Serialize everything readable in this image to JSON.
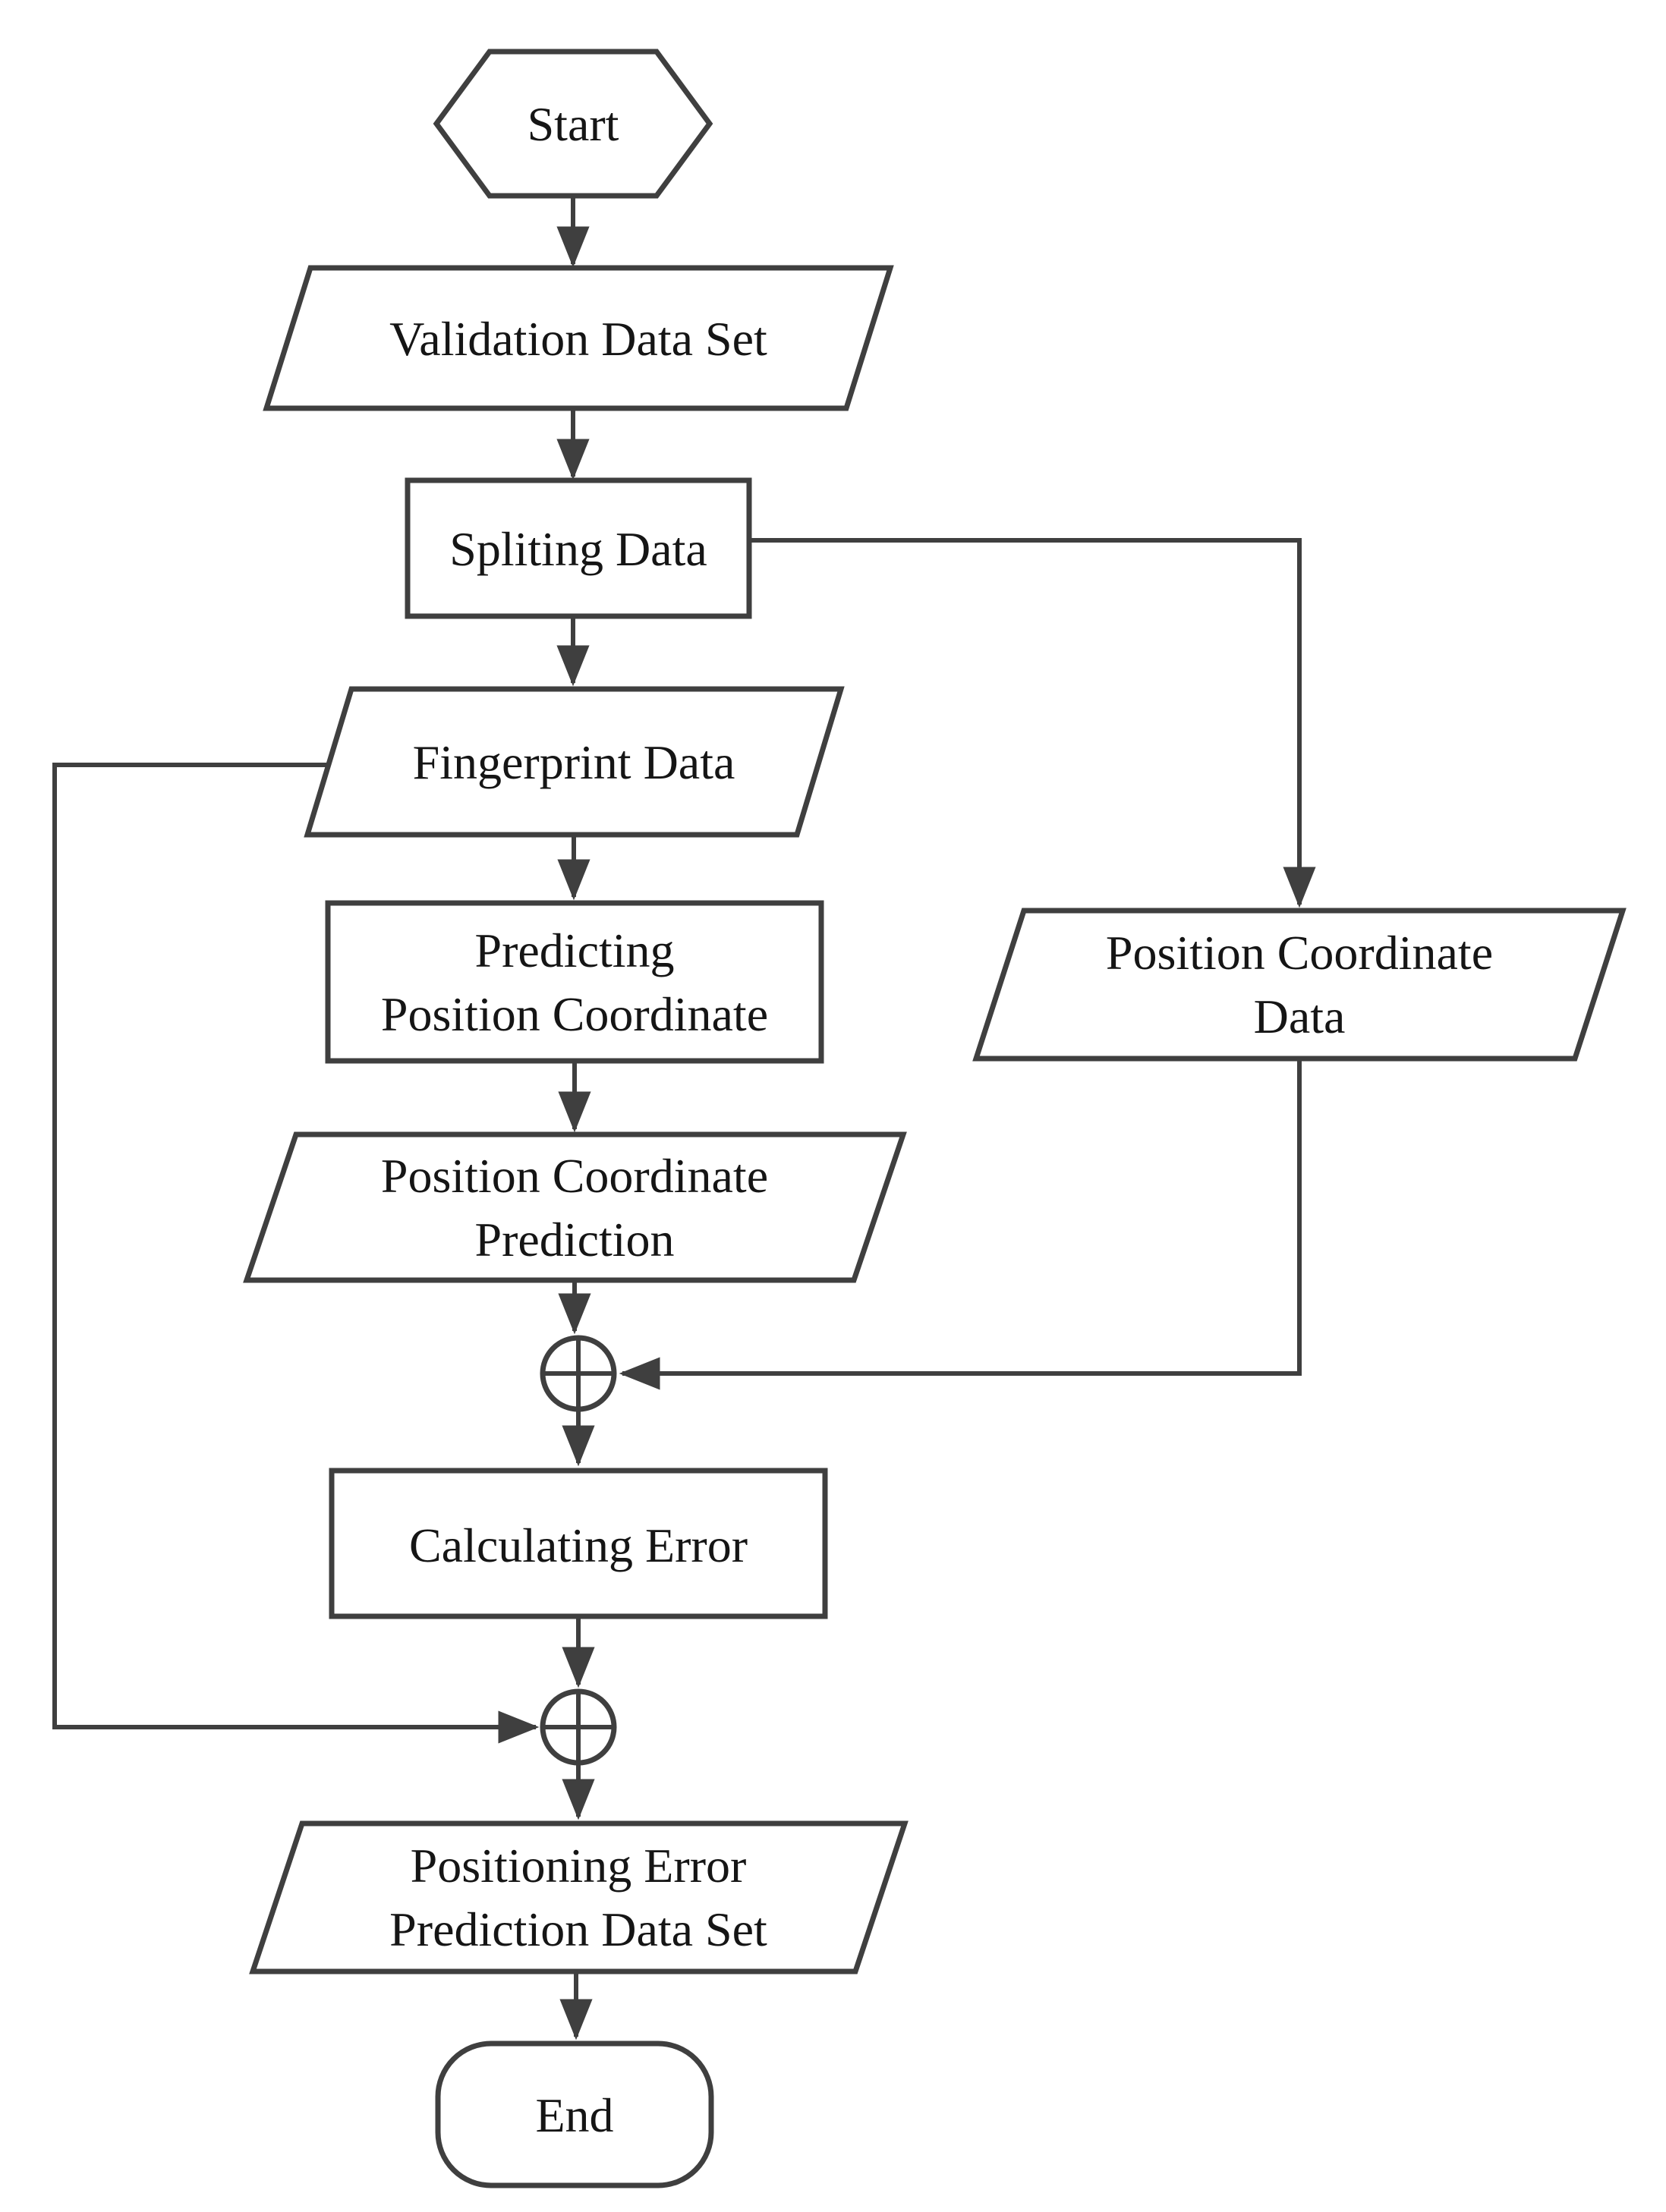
{
  "diagram": {
    "type": "flowchart",
    "background": "#ffffff",
    "stroke_color": "#3f3f3f",
    "text_color": "#151515",
    "nodes": {
      "start": {
        "shape": "hexagon",
        "label": "Start"
      },
      "validation_data_set": {
        "shape": "parallelogram",
        "label": "Validation Data Set"
      },
      "spliting_data": {
        "shape": "rectangle",
        "label": "Spliting Data"
      },
      "fingerprint_data": {
        "shape": "parallelogram",
        "label": "Fingerprint Data"
      },
      "predicting_position_coordinate": {
        "shape": "rectangle",
        "lines": [
          "Predicting",
          "Position Coordinate"
        ]
      },
      "position_coordinate_prediction": {
        "shape": "parallelogram",
        "lines": [
          "Position Coordinate",
          "Prediction"
        ]
      },
      "position_coordinate_data": {
        "shape": "parallelogram",
        "lines": [
          "Position Coordinate",
          "Data"
        ]
      },
      "sum_junction_1": {
        "shape": "circle-plus",
        "symbol": "⊕"
      },
      "calculating_error": {
        "shape": "rectangle",
        "label": "Calculating Error"
      },
      "sum_junction_2": {
        "shape": "circle-plus",
        "symbol": "⊕"
      },
      "positioning_error_prediction_data_set": {
        "shape": "parallelogram",
        "lines": [
          "Positioning Error",
          "Prediction Data Set"
        ]
      },
      "end": {
        "shape": "terminator",
        "label": "End"
      }
    },
    "edges": [
      {
        "from": "start",
        "to": "validation_data_set"
      },
      {
        "from": "validation_data_set",
        "to": "spliting_data"
      },
      {
        "from": "spliting_data",
        "to": "fingerprint_data"
      },
      {
        "from": "spliting_data",
        "to": "position_coordinate_data",
        "via": "right branch"
      },
      {
        "from": "fingerprint_data",
        "to": "predicting_position_coordinate"
      },
      {
        "from": "fingerprint_data",
        "to": "sum_junction_2",
        "via": "left feedback line"
      },
      {
        "from": "predicting_position_coordinate",
        "to": "position_coordinate_prediction"
      },
      {
        "from": "position_coordinate_prediction",
        "to": "sum_junction_1"
      },
      {
        "from": "position_coordinate_data",
        "to": "sum_junction_1",
        "via": "down then left"
      },
      {
        "from": "sum_junction_1",
        "to": "calculating_error"
      },
      {
        "from": "calculating_error",
        "to": "sum_junction_2"
      },
      {
        "from": "sum_junction_2",
        "to": "positioning_error_prediction_data_set"
      },
      {
        "from": "positioning_error_prediction_data_set",
        "to": "end"
      }
    ]
  }
}
